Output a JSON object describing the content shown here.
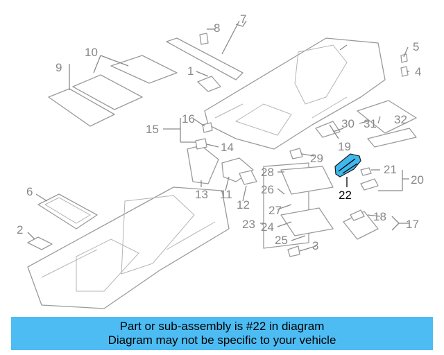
{
  "diagram": {
    "highlighted_part": "22",
    "accent_color": "#4cbcf3",
    "part_fill_color": "#3fb8ee",
    "callouts": [
      "1",
      "2",
      "3",
      "4",
      "5",
      "6",
      "7",
      "8",
      "9",
      "10",
      "11",
      "12",
      "13",
      "14",
      "15",
      "16",
      "17",
      "18",
      "19",
      "20",
      "21",
      "22",
      "23",
      "24",
      "25",
      "26",
      "27",
      "28",
      "29",
      "30",
      "31",
      "32"
    ]
  },
  "banner": {
    "line1": "Part or sub-assembly is #22 in diagram",
    "line2": "Diagram may not be specific to your vehicle"
  }
}
